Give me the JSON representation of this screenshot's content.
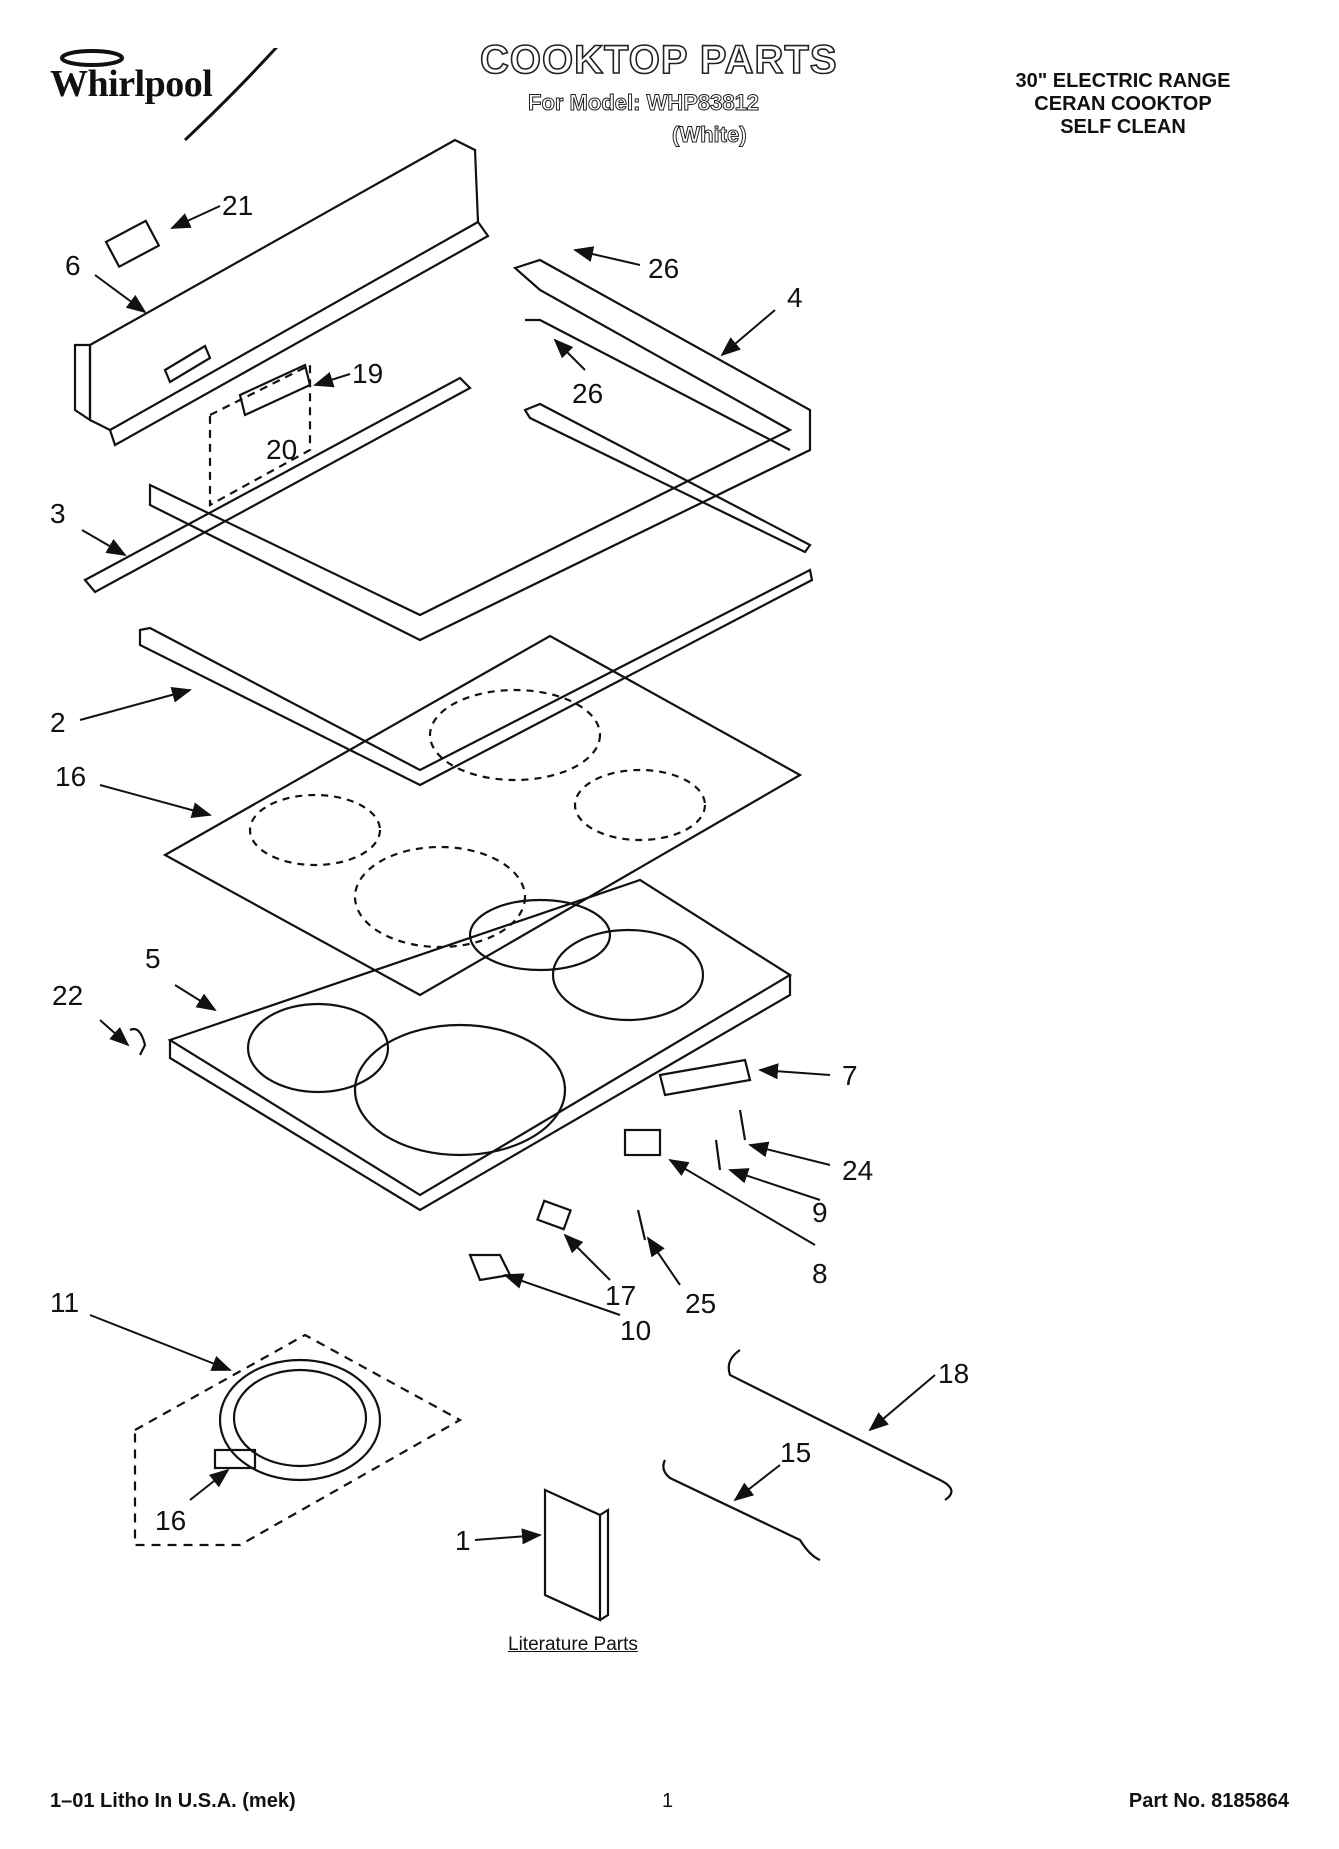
{
  "header": {
    "brand": "Whirlpool",
    "title": "COOKTOP PARTS",
    "model_line": "For Model: WHP83812",
    "color_line": "(White)",
    "spec_lines": [
      "30\" ELECTRIC RANGE",
      "CERAN COOKTOP",
      "SELF CLEAN"
    ]
  },
  "callouts": [
    "21",
    "6",
    "26",
    "4",
    "19",
    "26",
    "20",
    "3",
    "2",
    "16",
    "5",
    "22",
    "7",
    "24",
    "9",
    "8",
    "17",
    "25",
    "10",
    "11",
    "18",
    "15",
    "16",
    "1"
  ],
  "literature_label": "Literature Parts",
  "footer": {
    "left": "1–01 Litho In U.S.A. (mek)",
    "center": "1",
    "right": "Part No. 8185864"
  }
}
